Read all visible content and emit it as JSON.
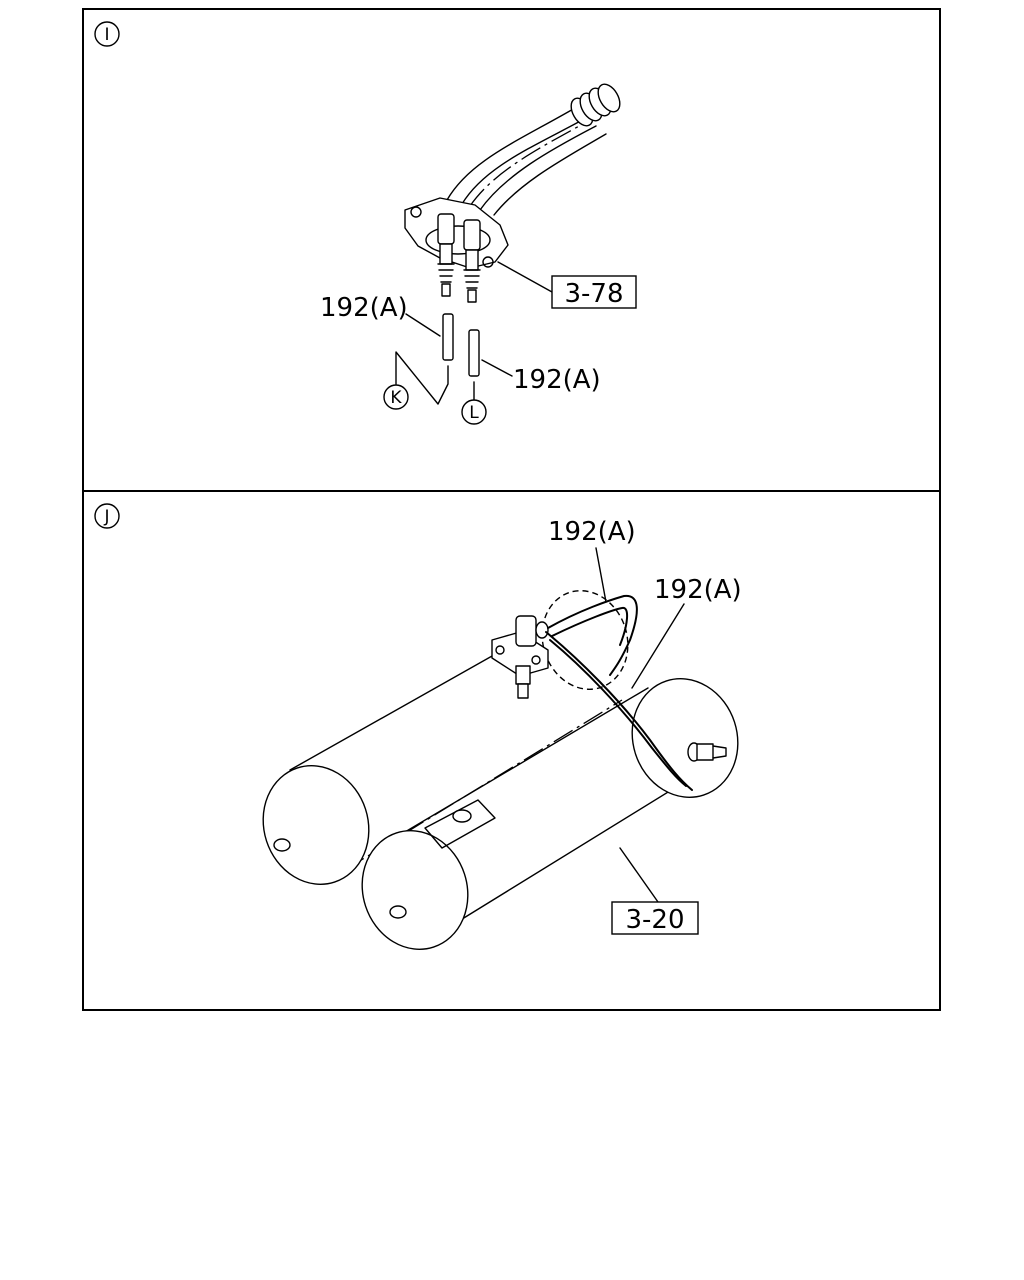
{
  "panels": [
    {
      "id": "I",
      "callouts": {
        "ref_box": "3-78",
        "hose_left": "192(A)",
        "hose_right": "192(A)"
      },
      "connectors": {
        "left": "K",
        "right": "L"
      }
    },
    {
      "id": "J",
      "callouts": {
        "hose_upper": "192(A)",
        "hose_lower": "192(A)",
        "ref_box": "3-20"
      }
    }
  ]
}
